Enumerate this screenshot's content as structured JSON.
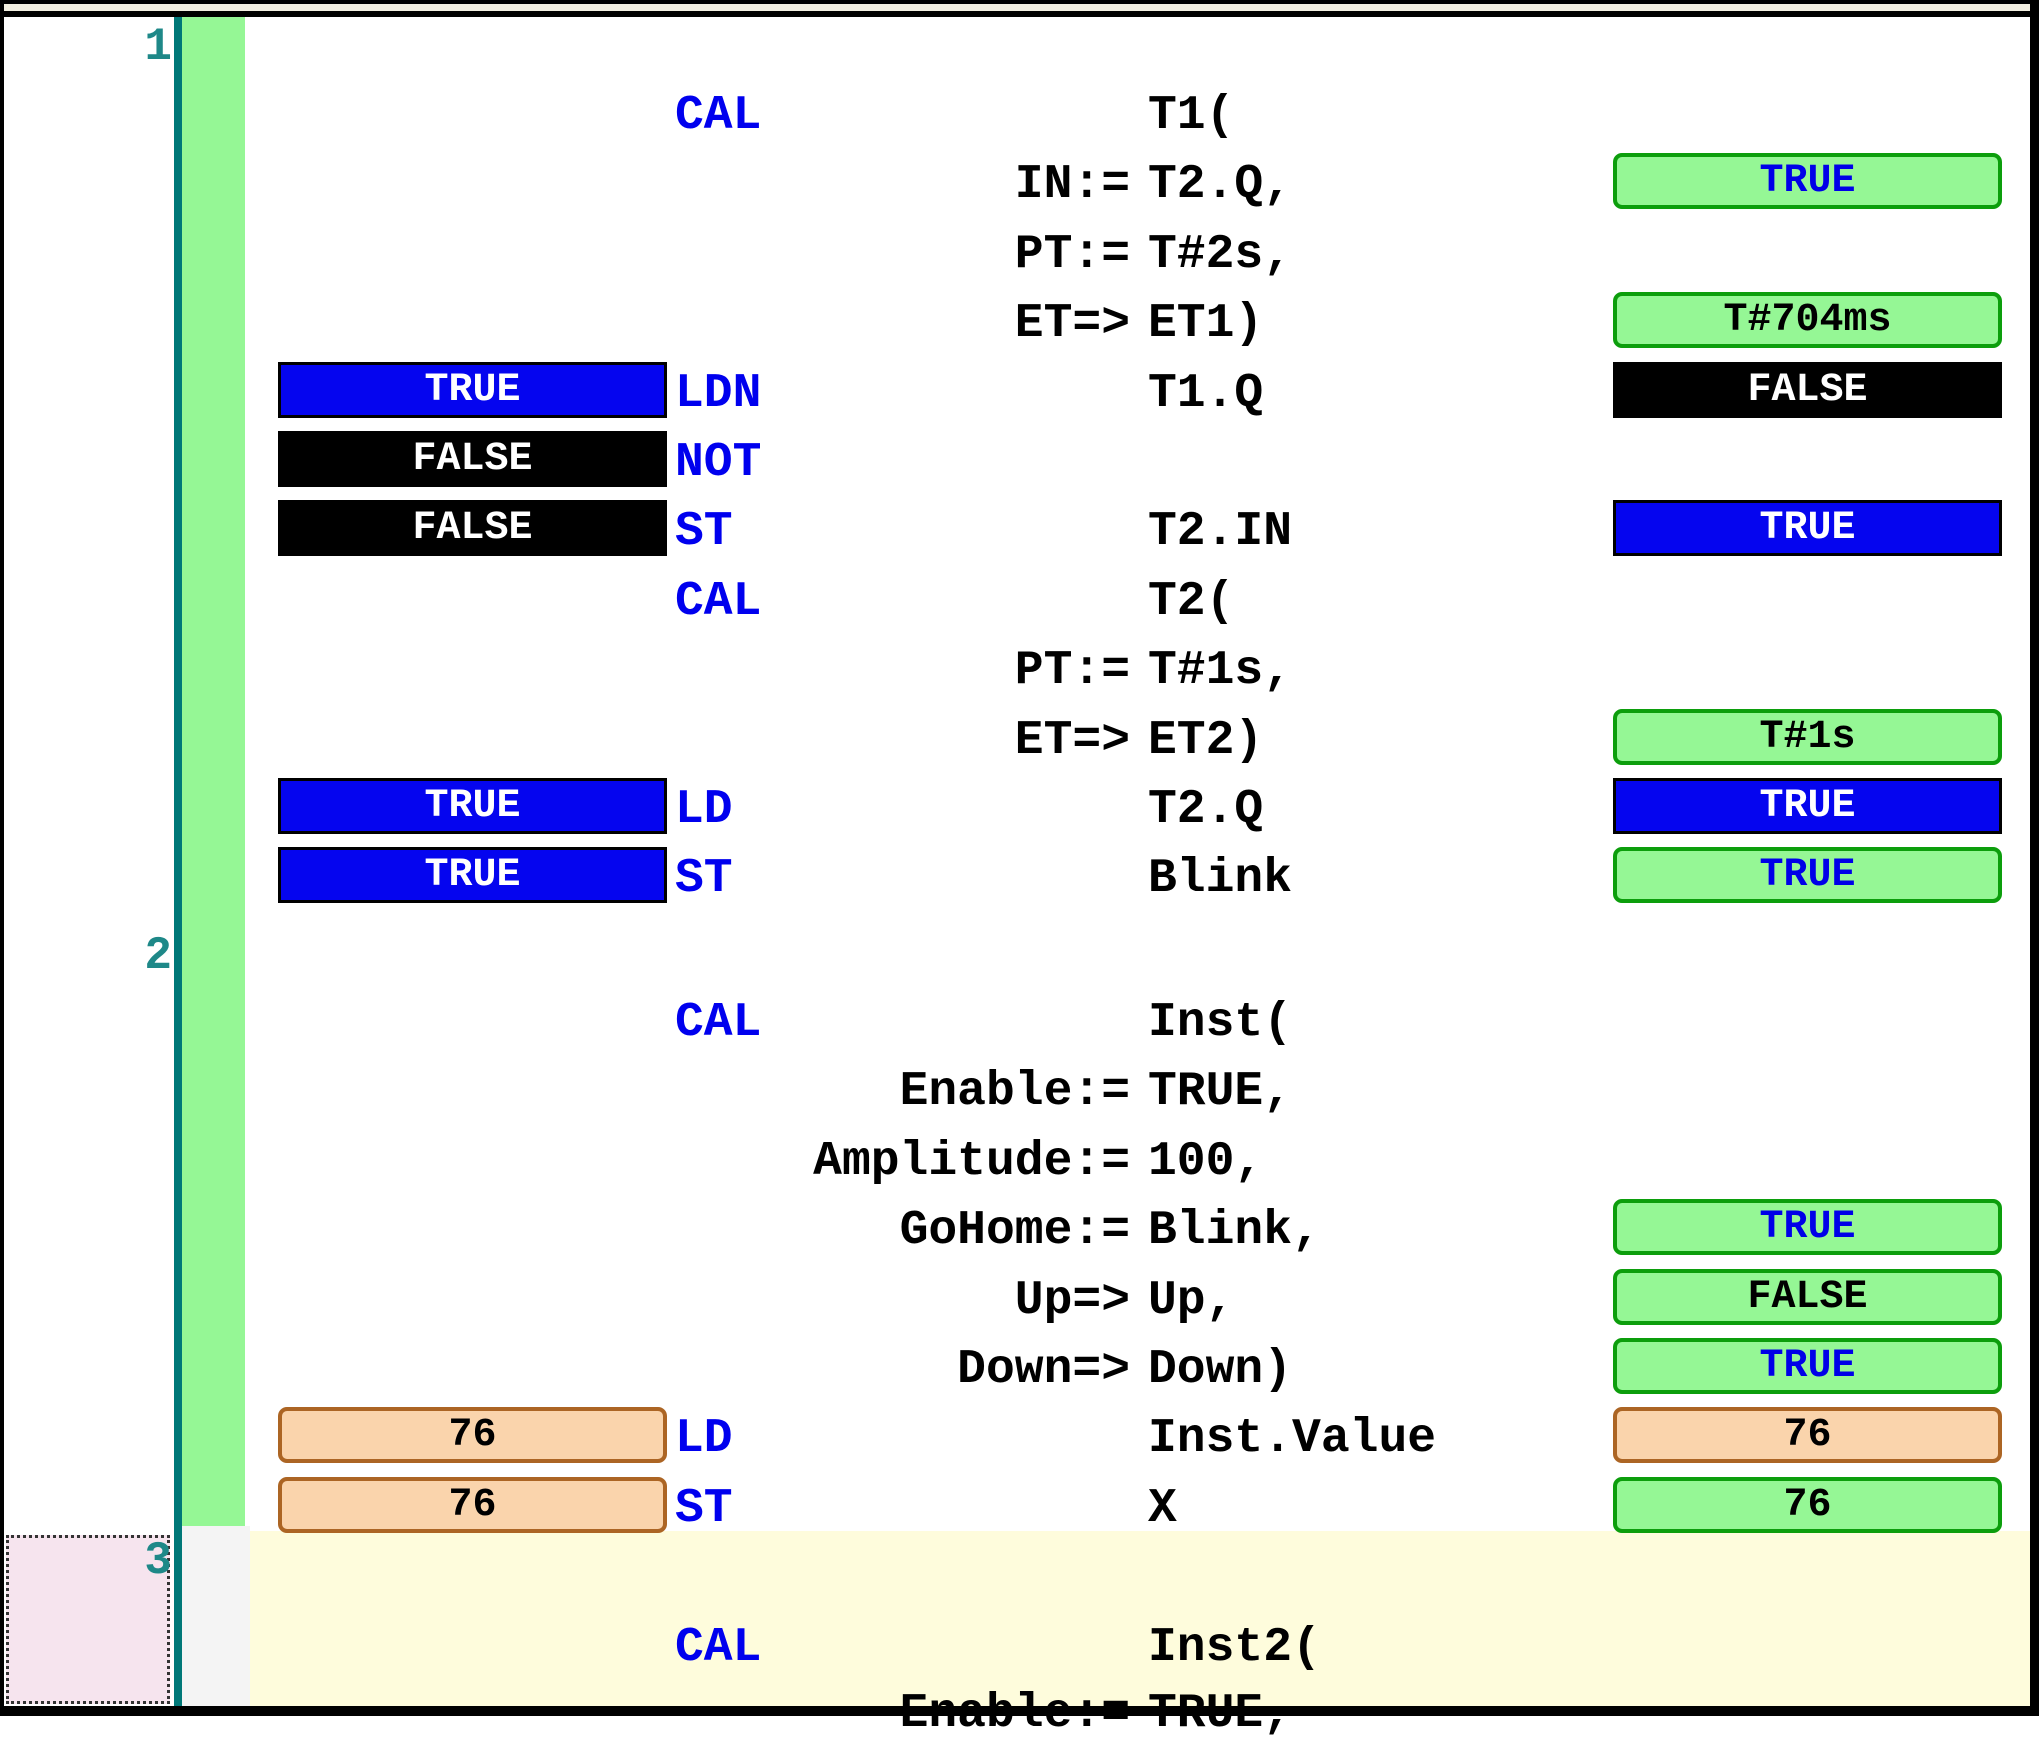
{
  "editor": {
    "language": "IL",
    "mode": "online-monitoring",
    "accent_colors": {
      "operator_blue": "#0000EE",
      "bool_true_blue_box": "#0505EF",
      "bool_false_black_box": "#000000",
      "monitor_green_box": "#95F795",
      "monitor_green_border": "#0C9E0C",
      "analog_orange_box": "#FAD4AC",
      "analog_orange_border": "#AC6524",
      "gutter_teal": "#007878",
      "execution_bar_green": "#95F795",
      "selected_network_yellow": "#FEFCDC",
      "selection_marker_pink": "#F6E4EE",
      "line_number_teal": "#1E8888"
    }
  },
  "gutter": {
    "line_numbers": [
      "1",
      "2",
      "3"
    ]
  },
  "networks": [
    {
      "id": "1",
      "rows": [
        {
          "op": "CAL",
          "param": "",
          "operand": "T1(",
          "left": null,
          "right": null
        },
        {
          "op": "",
          "param": "IN:=",
          "operand": "T2.Q,",
          "left": null,
          "right": {
            "text": "TRUE",
            "style": "green-blue"
          }
        },
        {
          "op": "",
          "param": "PT:=",
          "operand": "T#2s,",
          "left": null,
          "right": null
        },
        {
          "op": "",
          "param": "ET=>",
          "operand": "ET1)",
          "left": null,
          "right": {
            "text": "T#704ms",
            "style": "green"
          }
        },
        {
          "op": "LDN",
          "param": "",
          "operand": "T1.Q",
          "left": {
            "text": "TRUE",
            "style": "blue"
          },
          "right": {
            "text": "FALSE",
            "style": "black"
          }
        },
        {
          "op": "NOT",
          "param": "",
          "operand": "",
          "left": {
            "text": "FALSE",
            "style": "black"
          },
          "right": null
        },
        {
          "op": "ST",
          "param": "",
          "operand": "T2.IN",
          "left": {
            "text": "FALSE",
            "style": "black"
          },
          "right": {
            "text": "TRUE",
            "style": "blue"
          }
        },
        {
          "op": "CAL",
          "param": "",
          "operand": "T2(",
          "left": null,
          "right": null
        },
        {
          "op": "",
          "param": "PT:=",
          "operand": "T#1s,",
          "left": null,
          "right": null
        },
        {
          "op": "",
          "param": "ET=>",
          "operand": "ET2)",
          "left": null,
          "right": {
            "text": "T#1s",
            "style": "green"
          }
        },
        {
          "op": "LD",
          "param": "",
          "operand": "T2.Q",
          "left": {
            "text": "TRUE",
            "style": "blue"
          },
          "right": {
            "text": "TRUE",
            "style": "blue"
          }
        },
        {
          "op": "ST",
          "param": "",
          "operand": "Blink",
          "left": {
            "text": "TRUE",
            "style": "blue"
          },
          "right": {
            "text": "TRUE",
            "style": "green-blue"
          }
        }
      ]
    },
    {
      "id": "2",
      "rows": [
        {
          "op": "CAL",
          "param": "",
          "operand": "Inst(",
          "left": null,
          "right": null
        },
        {
          "op": "",
          "param": "Enable:=",
          "operand": "TRUE,",
          "left": null,
          "right": null
        },
        {
          "op": "",
          "param": "Amplitude:=",
          "operand": "100,",
          "left": null,
          "right": null
        },
        {
          "op": "",
          "param": "GoHome:=",
          "operand": "Blink,",
          "left": null,
          "right": {
            "text": "TRUE",
            "style": "green-blue"
          }
        },
        {
          "op": "",
          "param": "Up=>",
          "operand": "Up,",
          "left": null,
          "right": {
            "text": "FALSE",
            "style": "green"
          }
        },
        {
          "op": "",
          "param": "Down=>",
          "operand": "Down)",
          "left": null,
          "right": {
            "text": "TRUE",
            "style": "green-blue"
          }
        },
        {
          "op": "LD",
          "param": "",
          "operand": "Inst.Value",
          "left": {
            "text": "76",
            "style": "orange"
          },
          "right": {
            "text": "76",
            "style": "orange"
          }
        },
        {
          "op": "ST",
          "param": "",
          "operand": "X",
          "left": {
            "text": "76",
            "style": "orange"
          },
          "right": {
            "text": "76",
            "style": "green"
          }
        }
      ]
    },
    {
      "id": "3",
      "selected": true,
      "rows": [
        {
          "op": "CAL",
          "param": "",
          "operand": "Inst2(",
          "left": null,
          "right": null
        },
        {
          "op": "",
          "param": "Enable:=",
          "operand": "TRUE,",
          "left": null,
          "right": null
        }
      ]
    }
  ]
}
